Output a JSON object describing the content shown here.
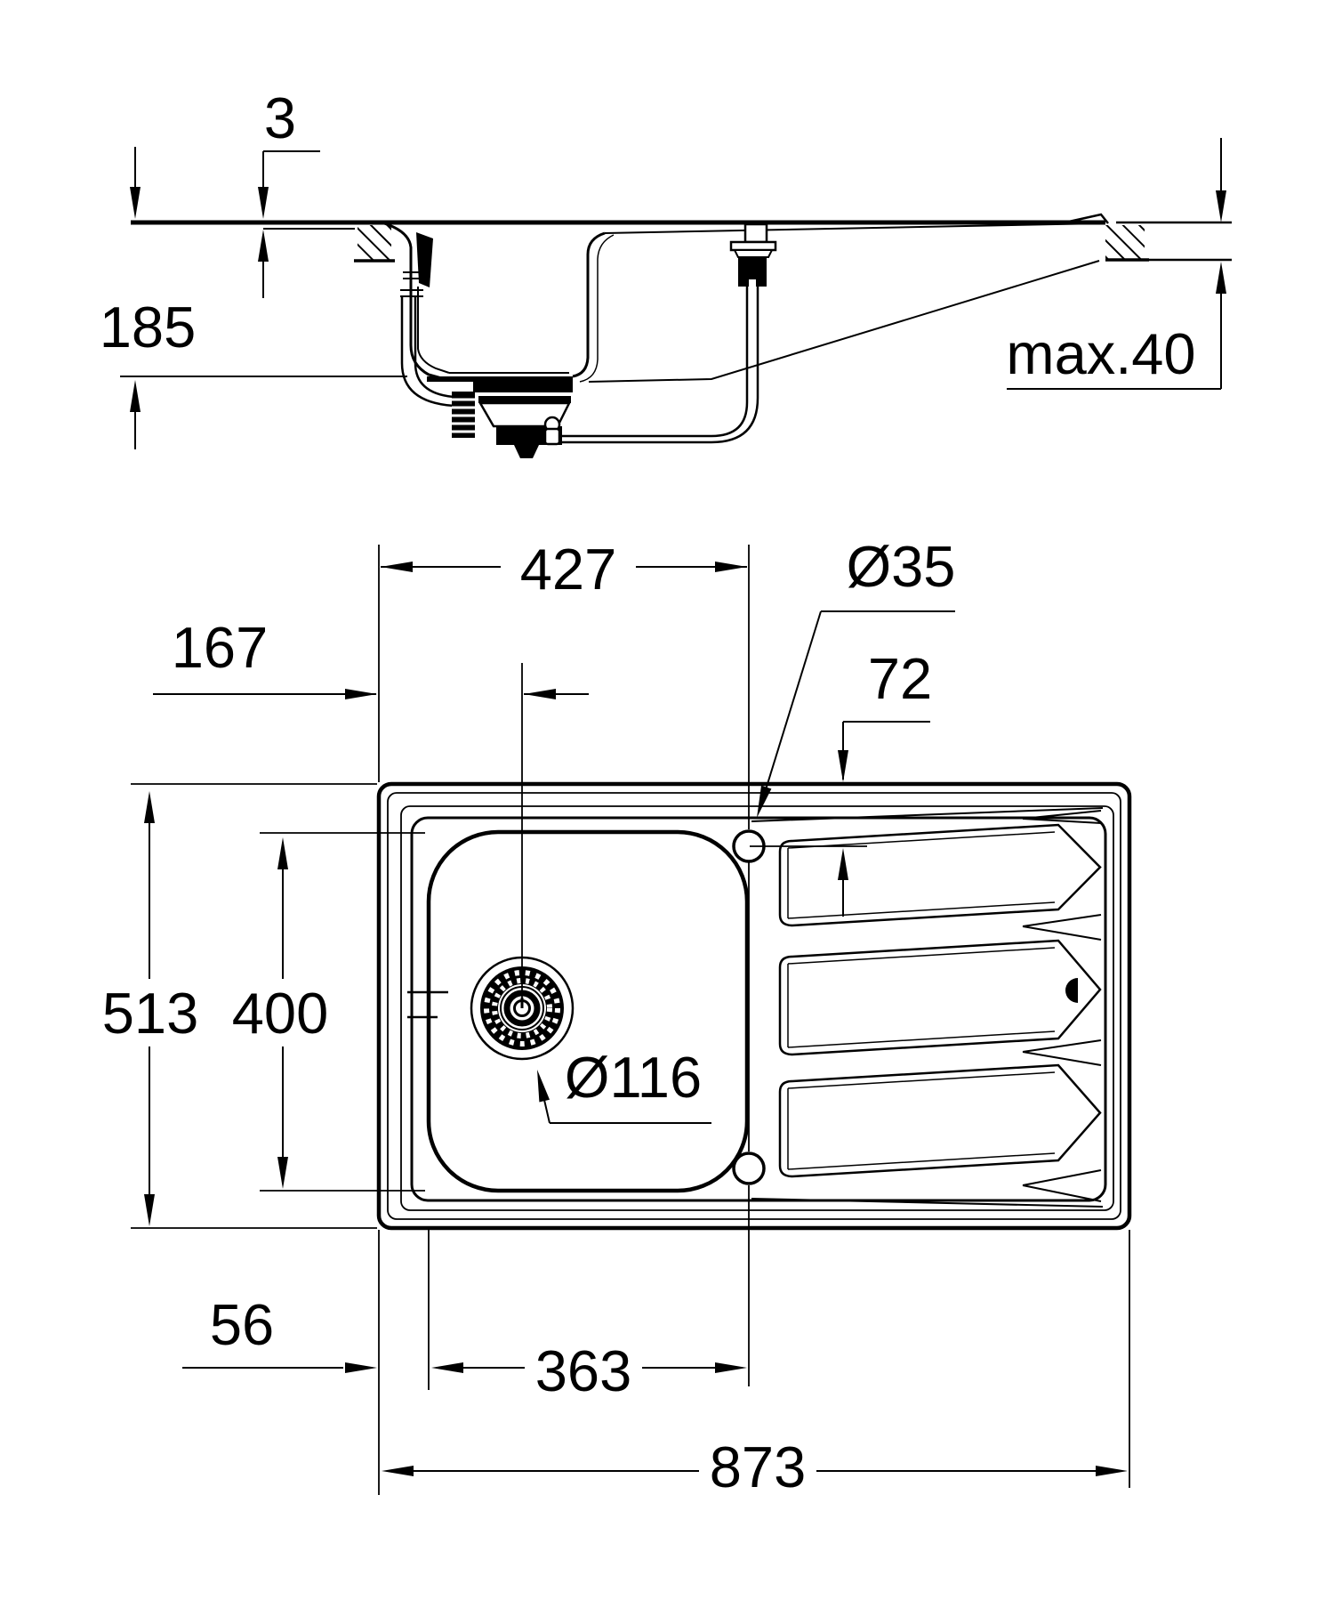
{
  "page": {
    "background": "#ffffff",
    "line_color": "#000000"
  },
  "section_view": {
    "dims": {
      "rim_height": "3",
      "bowl_depth": "185",
      "counter_thickness": "max.40"
    }
  },
  "plan_view": {
    "dims": {
      "hole_offset_x": "427",
      "faucet_hole_diameter": "Ø35",
      "drain_offset_x": "167",
      "hole_offset_y": "72",
      "overall_depth": "513",
      "bowl_inner_depth": "400",
      "drain_diameter": "Ø116",
      "bowl_offset_x": "56",
      "bowl_to_hole": "363",
      "overall_width": "873"
    }
  }
}
